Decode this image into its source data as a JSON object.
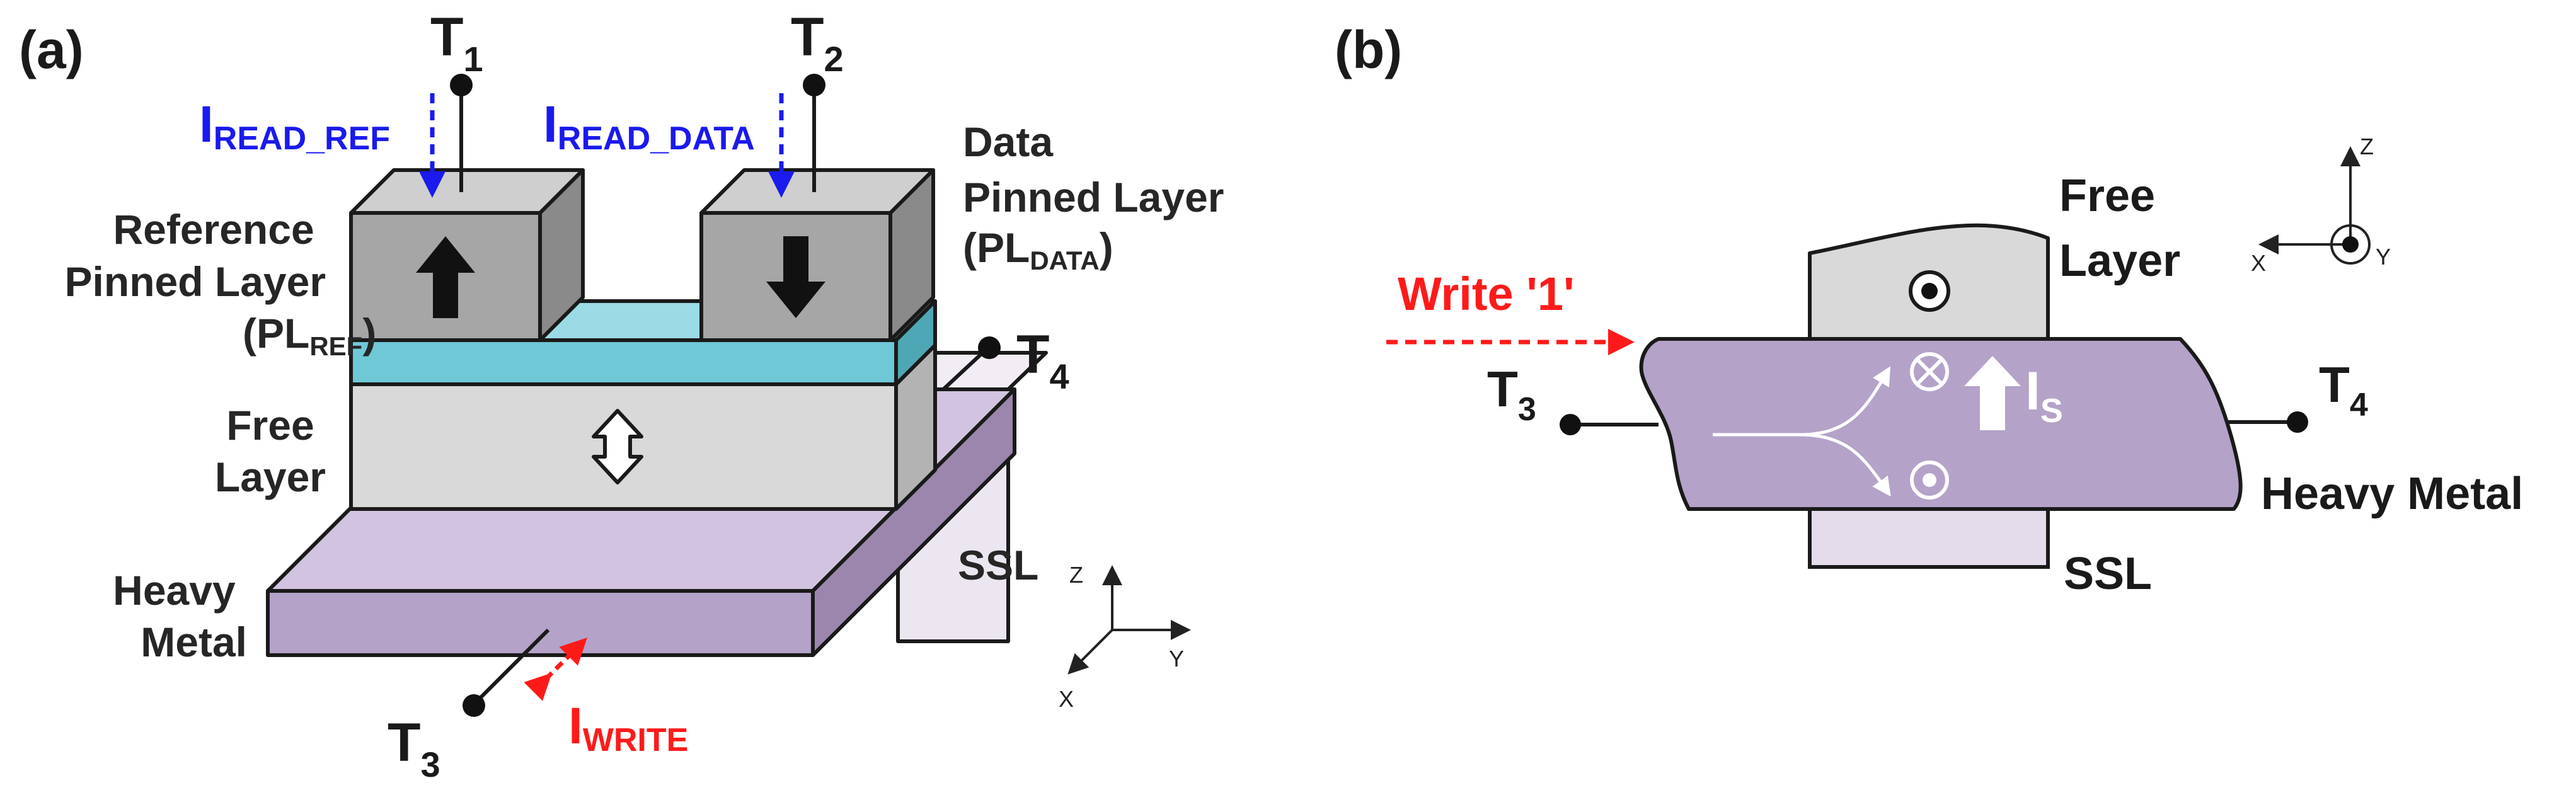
{
  "colors": {
    "pinned_layer_front": "#a6a6a6",
    "pinned_layer_top": "#cfcfcf",
    "pinned_layer_side": "#8a8a8a",
    "tunnel_barrier": "#6ec8d6",
    "free_layer": "#d9d9d9",
    "heavy_metal": "#b4a2c8",
    "ssl": "#e4dcea",
    "read_current": "#1a1aee",
    "write_current": "#ff1a1a"
  },
  "panel_a": {
    "label": "(a)",
    "terminal_t1": {
      "main": "T",
      "sub": "1"
    },
    "terminal_t2": {
      "main": "T",
      "sub": "2"
    },
    "terminal_t3": {
      "main": "T",
      "sub": "3"
    },
    "terminal_t4": {
      "main": "T",
      "sub": "4"
    },
    "i_read_ref": {
      "main": "I",
      "sub": "READ_REF"
    },
    "i_read_data": {
      "main": "I",
      "sub": "READ_DATA"
    },
    "i_write": {
      "main": "I",
      "sub": "WRITE"
    },
    "ref_pinned_layer": {
      "line1": "Reference",
      "line2": "Pinned Layer",
      "abbr_open": "(PL",
      "abbr_sub": "REF",
      "abbr_close": ")"
    },
    "data_pinned_layer": {
      "line1": "Data",
      "line2": "Pinned Layer",
      "abbr_open": "(PL",
      "abbr_sub": "DATA",
      "abbr_close": ")"
    },
    "free_layer": {
      "line1": "Free",
      "line2": "Layer"
    },
    "heavy_metal": {
      "line1": "Heavy",
      "line2": "Metal"
    },
    "ssl": "SSL",
    "axes": {
      "z": "Z",
      "y": "Y",
      "x": "X"
    }
  },
  "panel_b": {
    "label": "(b)",
    "free_layer": {
      "line1": "Free",
      "line2": "Layer"
    },
    "write_label": "Write '1'",
    "terminal_t3": {
      "main": "T",
      "sub": "3"
    },
    "terminal_t4": {
      "main": "T",
      "sub": "4"
    },
    "spin_current": {
      "main": "I",
      "sub": "S"
    },
    "heavy_metal": "Heavy Metal",
    "ssl": "SSL",
    "axes": {
      "z": "Z",
      "x": "X",
      "y": "Y"
    }
  }
}
